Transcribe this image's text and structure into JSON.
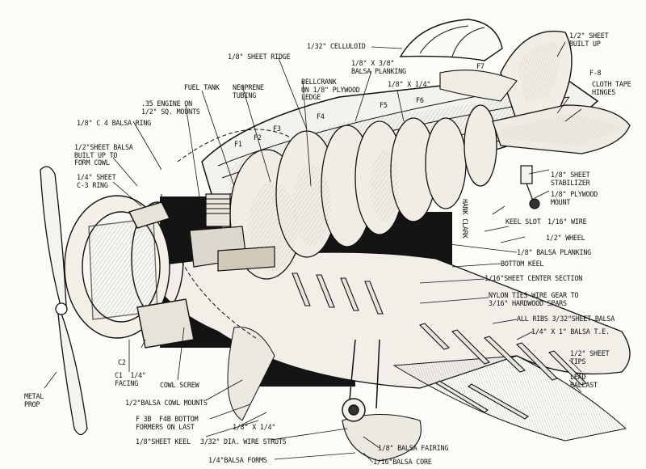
{
  "labels": {
    "celluloid": "1/32\" CELLULOID",
    "sheet_built_up": "1/2\" SHEET\nBUILT UP",
    "sheet_ridge": "1/8\" SHEET RIDGE",
    "balsa_planking_38": "1/8\" X 3/8\"\nBALSA PLANKING",
    "f7": "F7",
    "f8": "F-8",
    "cloth_tape": "CLOTH TAPE\nHINGES",
    "fuel_tank": "FUEL TANK",
    "neoprene": "NEOPRENE\nTUBING",
    "bellcrank": "BELLCRANK\nON 1/8\" PLYWOOD\nLEDGE",
    "spar_14": "1/8\" X 1/4\"",
    "f5": "F5",
    "f6": "F6",
    "f4": "F4",
    "f3": "F3",
    "f2": "F2",
    "f1": "F1",
    "engine": ".35 ENGINE ON\n1/2\" SQ. MOUNTS",
    "c4_ring": "1/8\" C 4 BALSA RING",
    "cowl_sheet": "1/2\"SHEET BALSA\nBUILT UP TO\nFORM COWL",
    "c3_ring": "1/4\" SHEET\nC-3 RING",
    "stabilizer": "1/8\" SHEET\nSTABILIZER",
    "plywood_mount": "1/8\" PLYWOOD\nMOUNT",
    "keel_slot": "KEEL SLOT",
    "wire_116": "1/16\" WIRE",
    "wheel": "1/2\" WHEEL",
    "hank_clark": "HANK CLARK",
    "balsa_planking": "1/8\" BALSA PLANKING",
    "bottom_keel": "BOTTOM KEEL",
    "center_section": "1/16\"SHEET CENTER SECTION",
    "nylon_ties": "NYLON TIES WIRE GEAR TO\n3/16\" HARDWOOD SPARS",
    "all_ribs": "ALL RIBS 3/32\"SHEET BALSA",
    "te": "1/4\" X 1\" BALSA T.E.",
    "sheet_tips": "1/2\" SHEET\nTIPS",
    "lead_ballast": "LEAD\nBALLAST",
    "metal_prop": "METAL\nPROP",
    "c2": "C2",
    "c1_facing": "C1  1/4\"\nFACING",
    "cowl_screw": "COWL SCREW",
    "cowl_mounts": "1/2\"BALSA COWL MOUNTS",
    "f3b_f4b": "F 3B  F4B BOTTOM\nFORMERS ON LAST",
    "spar_14b": "1/8\" X 1/4\"",
    "sheet_keel": "1/8\"SHEET KEEL",
    "wire_struts": "3/32\" DIA. WIRE STRUTS",
    "balsa_fairing": "1/8\" BALSA FAIRING",
    "balsa_forms": "1/4\"BALSA FORMS",
    "balsa_core": "1/16\"BALSA CORE"
  }
}
